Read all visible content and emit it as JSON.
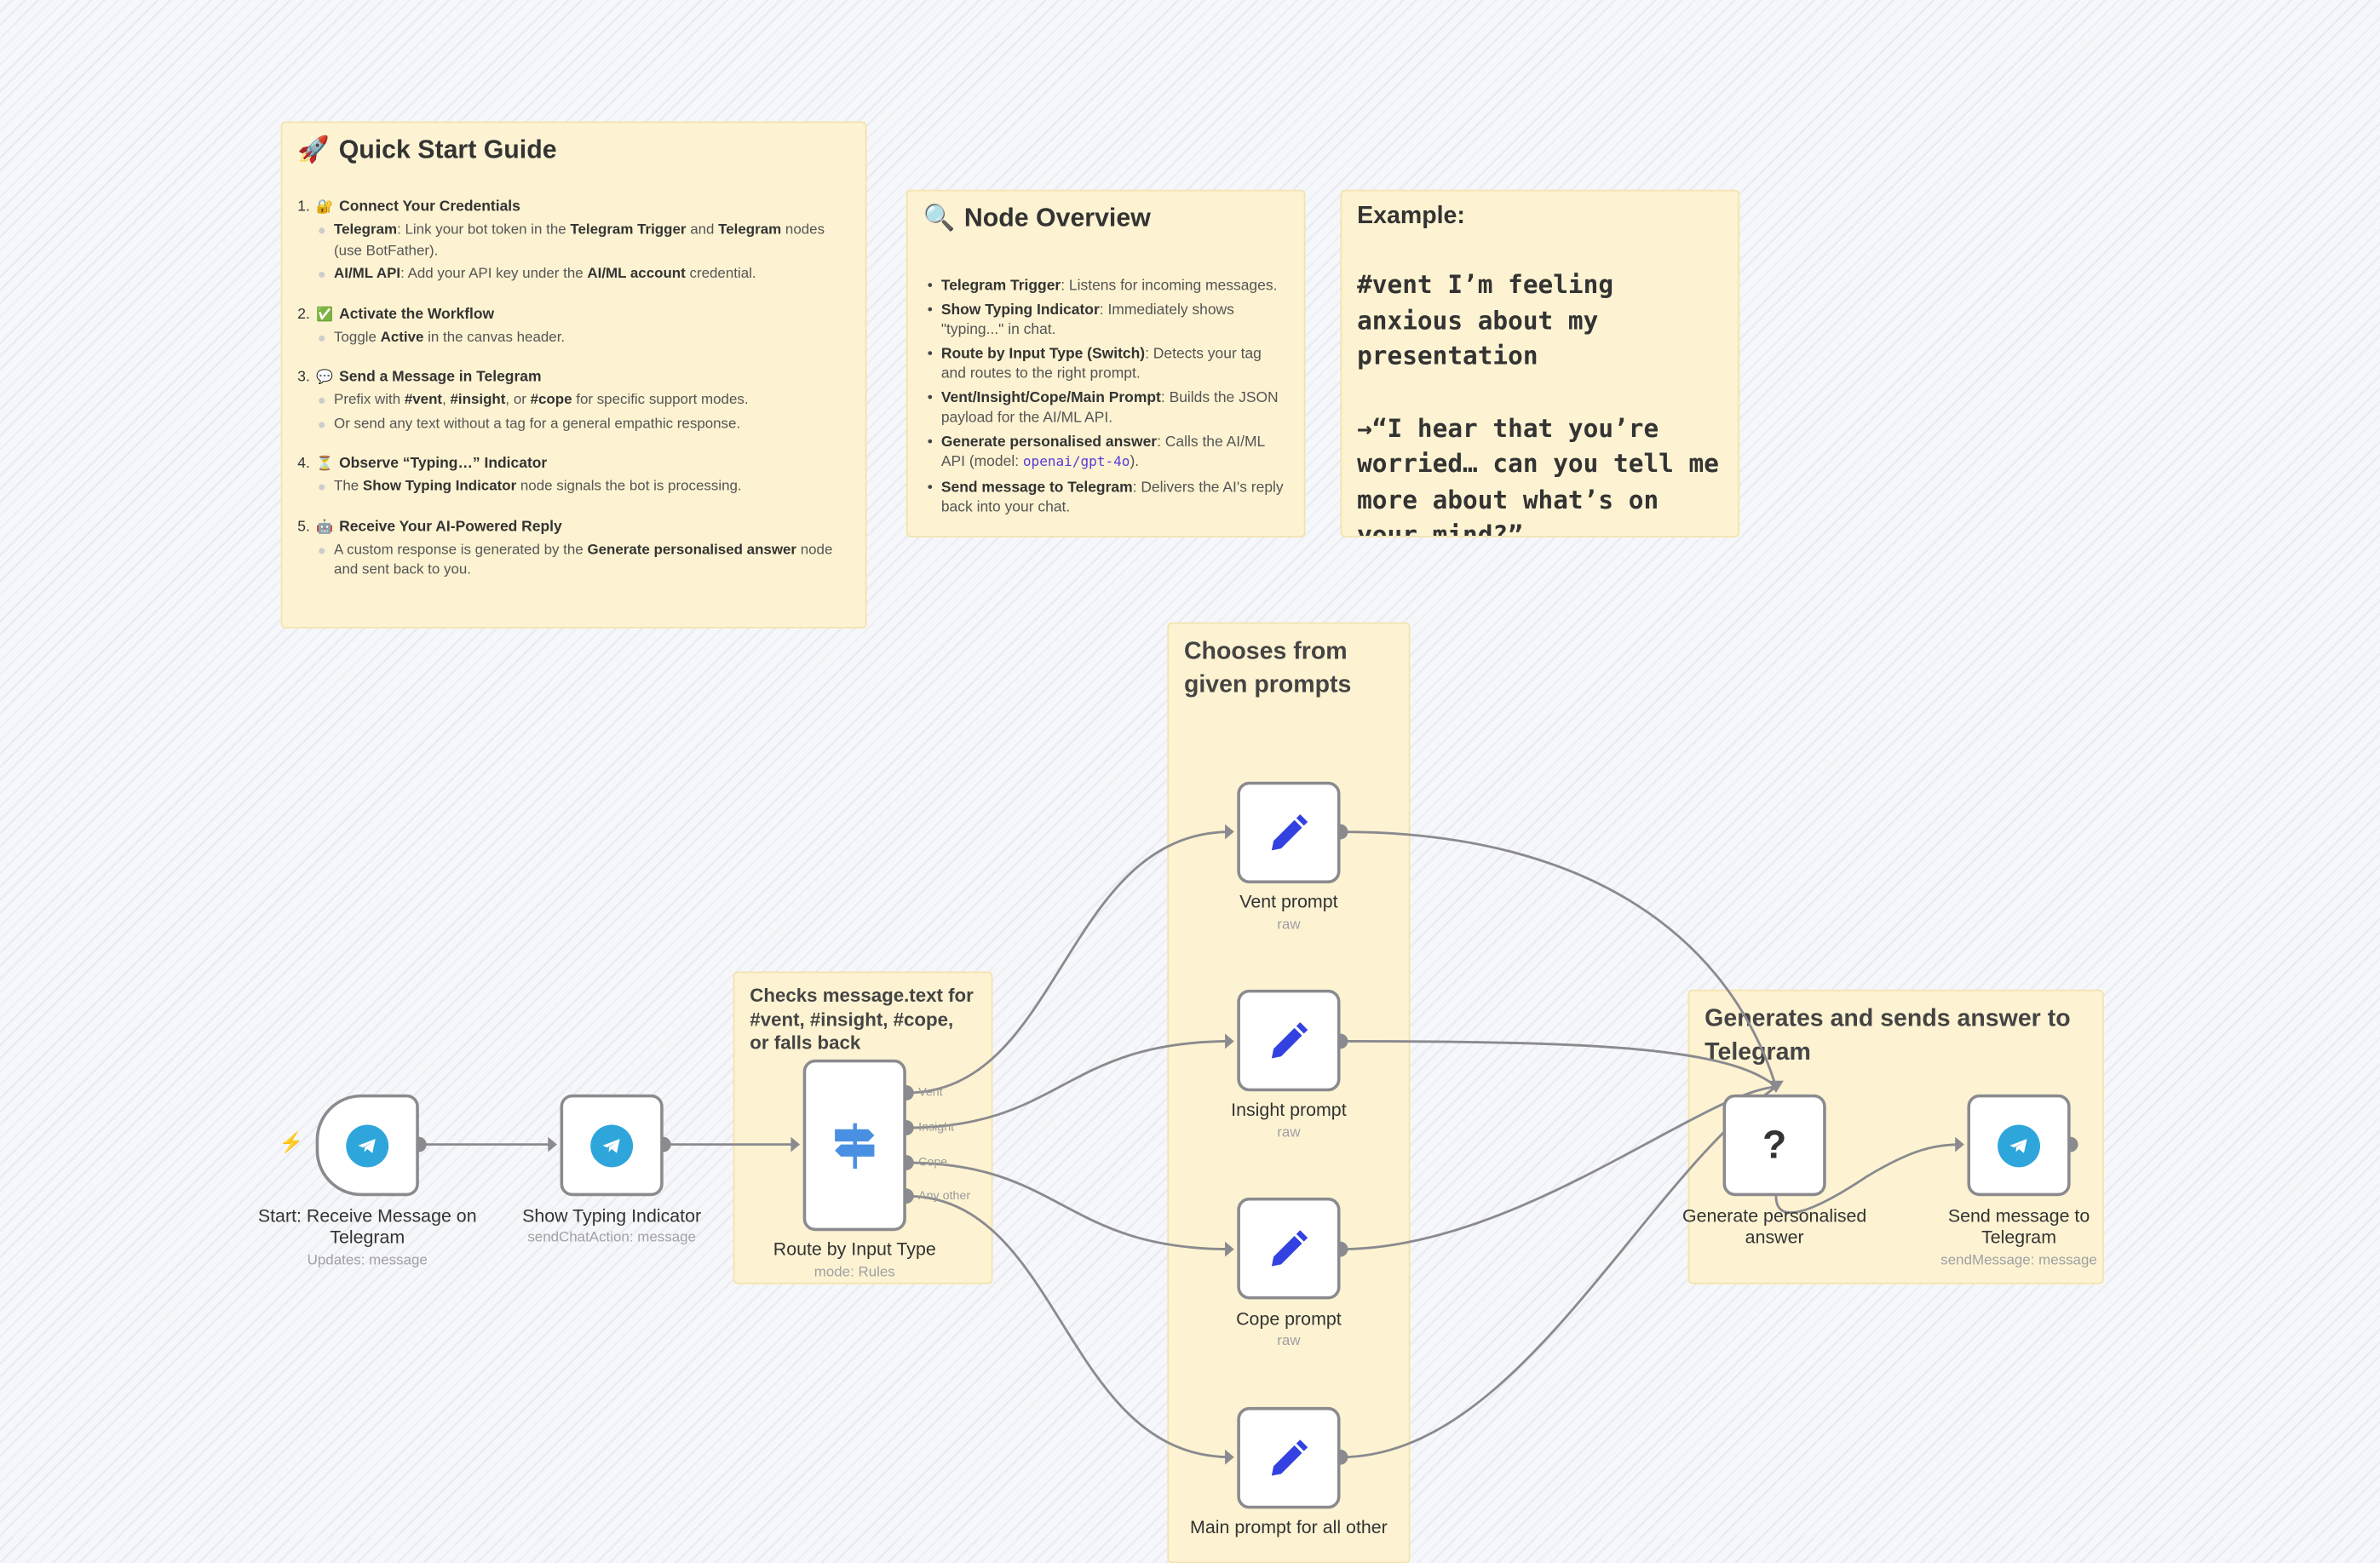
{
  "quick_start": {
    "title": "Quick Start Guide",
    "icon": "rocket-icon",
    "steps": [
      {
        "num": "1.",
        "icon": "lock-key-icon",
        "title": "Connect Your Credentials",
        "bullets": [
          [
            {
              "b": "Telegram"
            },
            {
              "t": ": Link your bot token in the "
            },
            {
              "b": "Telegram Trigger"
            },
            {
              "t": " and "
            },
            {
              "b": "Telegram"
            },
            {
              "t": " nodes (use BotFather)."
            }
          ],
          [
            {
              "b": "AI/ML API"
            },
            {
              "t": ": Add your API key under the "
            },
            {
              "b": "AI/ML account"
            },
            {
              "t": " credential."
            }
          ]
        ]
      },
      {
        "num": "2.",
        "icon": "check-box-icon",
        "title": "Activate the Workflow",
        "bullets": [
          [
            {
              "t": "Toggle "
            },
            {
              "b": "Active"
            },
            {
              "t": " in the canvas header."
            }
          ]
        ]
      },
      {
        "num": "3.",
        "icon": "speech-bubble-icon",
        "title": "Send a Message in Telegram",
        "bullets": [
          [
            {
              "t": "Prefix with "
            },
            {
              "b": "#vent"
            },
            {
              "t": ", "
            },
            {
              "b": "#insight"
            },
            {
              "t": ", or "
            },
            {
              "b": "#cope"
            },
            {
              "t": " for specific support modes."
            }
          ],
          [
            {
              "t": "Or send any text without a tag for a general empathic response."
            }
          ]
        ]
      },
      {
        "num": "4.",
        "icon": "hourglass-icon",
        "title": "Observe “Typing…” Indicator",
        "bullets": [
          [
            {
              "t": "The "
            },
            {
              "b": "Show Typing Indicator"
            },
            {
              "t": " node signals the bot is processing."
            }
          ]
        ]
      },
      {
        "num": "5.",
        "icon": "robot-icon",
        "title": "Receive Your AI-Powered Reply",
        "bullets": [
          [
            {
              "t": "A custom response is generated by the "
            },
            {
              "b": "Generate personalised answer"
            },
            {
              "t": " node and sent back to you."
            }
          ]
        ]
      }
    ]
  },
  "node_overview": {
    "title": "Node Overview",
    "icon": "magnifier-icon",
    "items": [
      [
        {
          "b": "Telegram Trigger"
        },
        {
          "t": ": Listens for incoming messages."
        }
      ],
      [
        {
          "b": "Show Typing Indicator"
        },
        {
          "t": ": Immediately shows \"typing...\" in chat."
        }
      ],
      [
        {
          "b": "Route by Input Type (Switch)"
        },
        {
          "t": ": Detects your tag and routes to the right prompt."
        }
      ],
      [
        {
          "b": "Vent/Insight/Cope/Main Prompt"
        },
        {
          "t": ": Builds the JSON payload for the AI/ML API."
        }
      ],
      [
        {
          "b": "Generate personalised answer"
        },
        {
          "t": ": Calls the AI/ML API (model: "
        },
        {
          "c": "openai/gpt-4o"
        },
        {
          "t": ")."
        }
      ],
      [
        {
          "b": "Send message to Telegram"
        },
        {
          "t": ": Delivers the AI's reply back into your chat."
        }
      ]
    ]
  },
  "example": {
    "title": "Example:",
    "input": "#vent I’m feeling anxious about my presentation",
    "reply": "→“I hear that you’re worried… can you tell me more about what’s on your mind?”"
  },
  "stickies": {
    "switch_note": "Checks message.text for #vent, #insight, #cope, or falls back",
    "prompts_note": "Chooses from given prompts",
    "generate_note": "Generates and sends answer to Telegram"
  },
  "nodes": {
    "trigger": {
      "label": "Start: Receive Message on Telegram",
      "sub": "Updates: message",
      "icon": "telegram-icon"
    },
    "typing": {
      "label": "Show Typing Indicator",
      "sub": "sendChatAction: message",
      "icon": "telegram-icon"
    },
    "switch": {
      "label": "Route by Input Type",
      "sub": "mode: Rules",
      "icon": "signpost-icon",
      "outputs": [
        "Vent",
        "Insight",
        "Cope",
        "Any other"
      ]
    },
    "vent": {
      "label": "Vent prompt",
      "sub": "raw",
      "icon": "pencil-icon"
    },
    "insight": {
      "label": "Insight prompt",
      "sub": "raw",
      "icon": "pencil-icon"
    },
    "cope": {
      "label": "Cope prompt",
      "sub": "raw",
      "icon": "pencil-icon"
    },
    "main": {
      "label": "Main prompt for all other",
      "icon": "pencil-icon"
    },
    "generate": {
      "label": "Generate personalised answer",
      "icon": "question-mark-icon",
      "glyph": "?"
    },
    "send": {
      "label": "Send message to Telegram",
      "sub": "sendMessage: message",
      "icon": "telegram-icon"
    }
  },
  "colors": {
    "sticky": "#fdf3d2",
    "telegram": "#2ea6db",
    "pencil": "#3341e0",
    "switch_icon": "#4a90e2",
    "trigger_bolt": "#ff6b5b"
  }
}
